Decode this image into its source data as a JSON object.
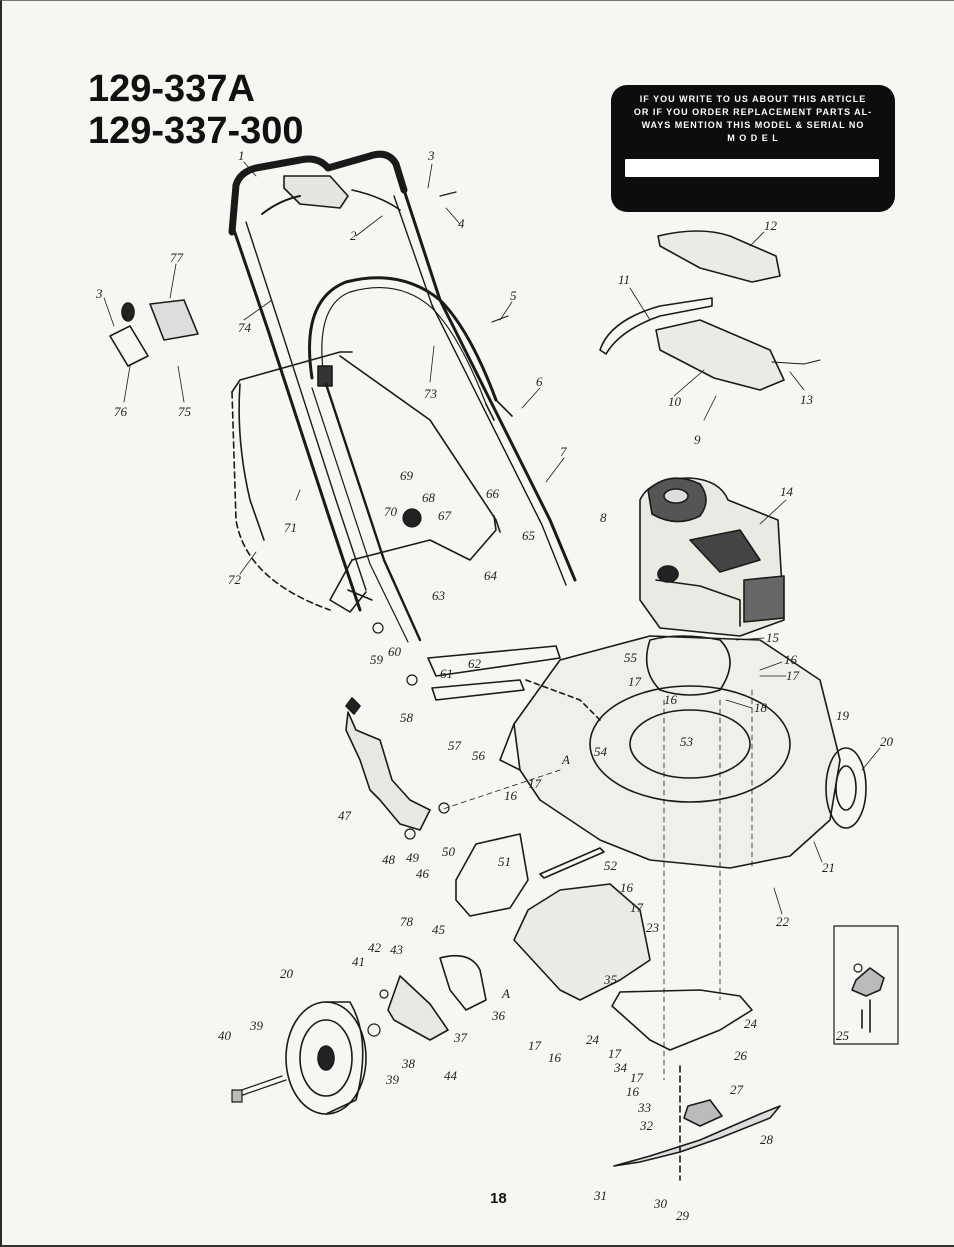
{
  "header": {
    "model_line_1": "129-337A",
    "model_line_2": "129-337-300"
  },
  "notice": {
    "line_1": "IF YOU WRITE TO US ABOUT THIS ARTICLE",
    "line_2": "OR IF YOU ORDER REPLACEMENT PARTS AL-",
    "line_3": "WAYS MENTION THIS MODEL & SERIAL NO",
    "line_4": "M O D E L"
  },
  "callouts": [
    "1",
    "2",
    "3",
    "4",
    "5",
    "6",
    "7",
    "8",
    "9",
    "10",
    "11",
    "12",
    "13",
    "14",
    "15",
    "16",
    "17",
    "18",
    "19",
    "20",
    "21",
    "22",
    "23",
    "24",
    "25",
    "26",
    "27",
    "28",
    "29",
    "30",
    "31",
    "32",
    "33",
    "34",
    "35",
    "36",
    "37",
    "38",
    "39",
    "40",
    "41",
    "42",
    "43",
    "44",
    "45",
    "46",
    "47",
    "48",
    "49",
    "50",
    "51",
    "52",
    "53",
    "54",
    "55",
    "56",
    "57",
    "58",
    "59",
    "60",
    "61",
    "62",
    "63",
    "64",
    "65",
    "66",
    "67",
    "68",
    "69",
    "70",
    "71",
    "72",
    "73",
    "74",
    "75",
    "76",
    "77",
    "78",
    "A"
  ],
  "page_number": "18"
}
